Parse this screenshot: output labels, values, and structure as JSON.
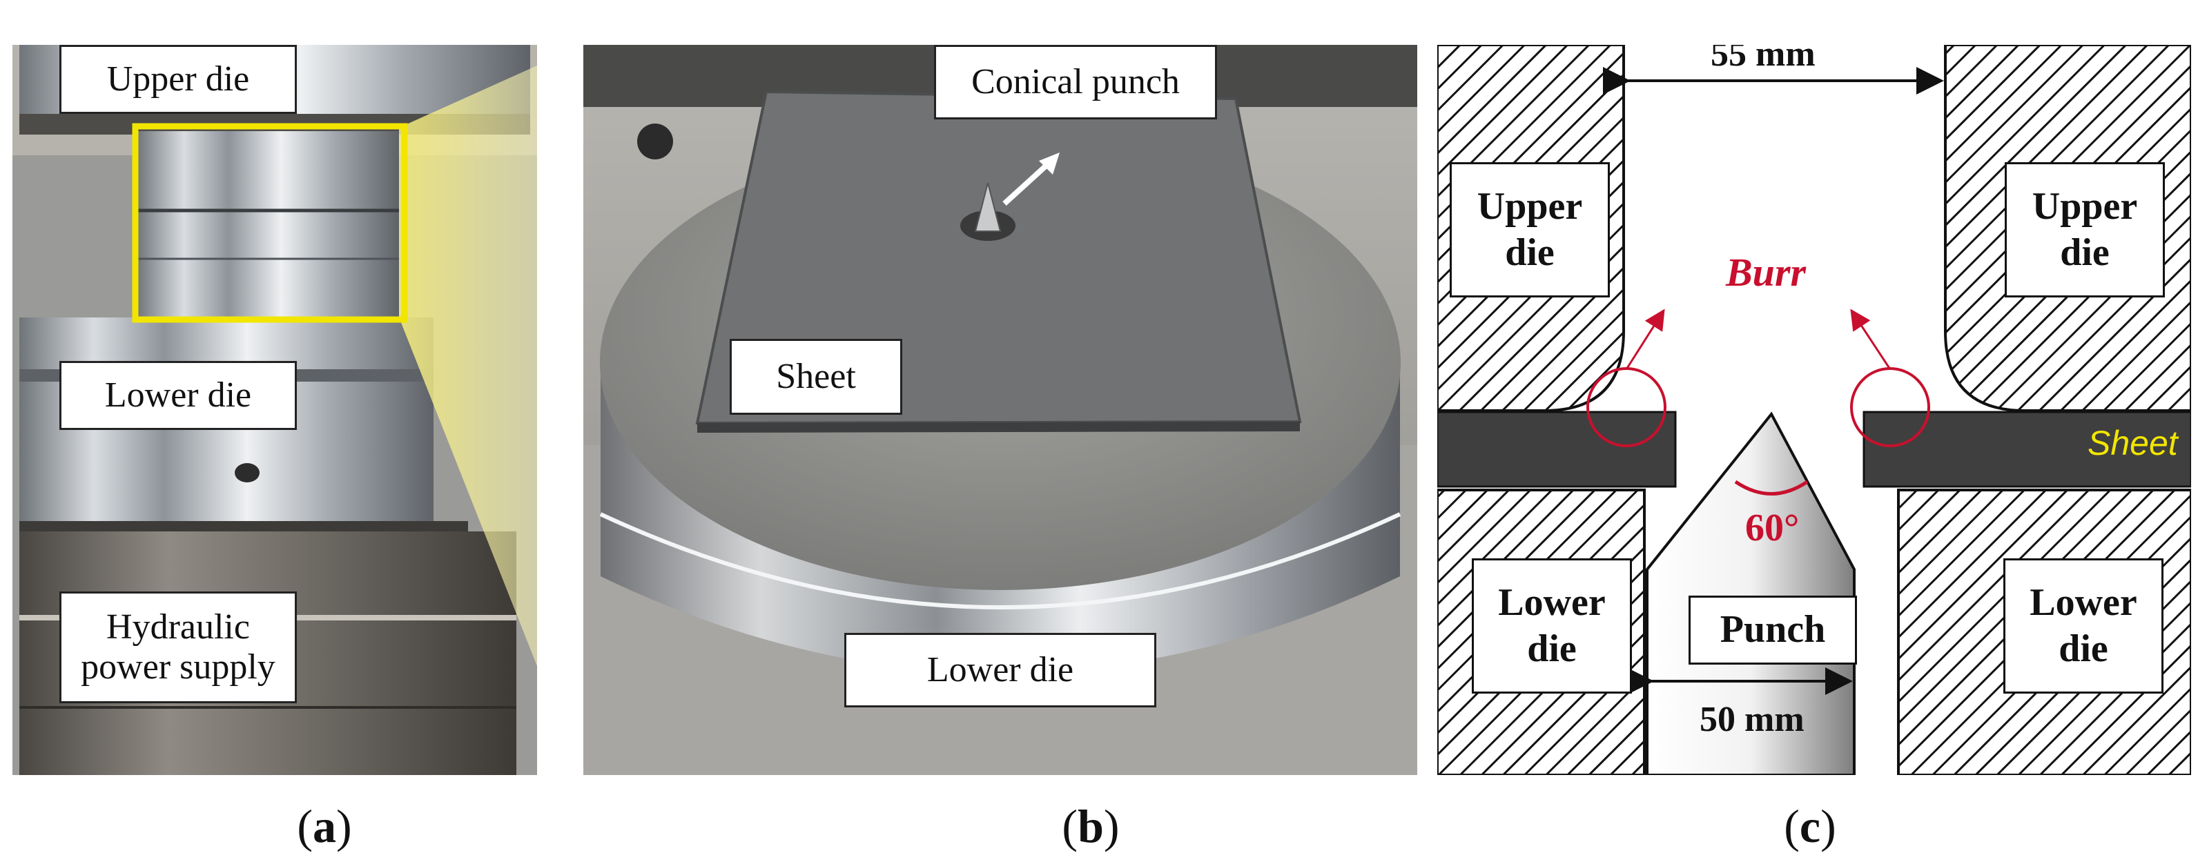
{
  "panels": {
    "a": {
      "caption_letter": "a",
      "labels": {
        "upper_die": "Upper die",
        "lower_die": "Lower die",
        "hydraulic_line1": "Hydraulic",
        "hydraulic_line2": "power supply"
      }
    },
    "b": {
      "caption_letter": "b",
      "labels": {
        "conical_punch": "Conical punch",
        "sheet": "Sheet",
        "lower_die": "Lower die"
      }
    },
    "c": {
      "caption_letter": "c",
      "labels": {
        "top_gap": "55 mm",
        "upper_die_left_1": "Upper",
        "upper_die_left_2": "die",
        "upper_die_right_1": "Upper",
        "upper_die_right_2": "die",
        "burr": "Burr",
        "sheet": "Sheet",
        "angle": "60°",
        "lower_die_left_1": "Lower",
        "lower_die_left_2": "die",
        "lower_die_right_1": "Lower",
        "lower_die_right_2": "die",
        "punch": "Punch",
        "punch_width": "50 mm"
      }
    }
  },
  "colors": {
    "highlight_box": "#f2e600",
    "burr_text": "#c8102e",
    "sheet_fill": "#3f3f3f",
    "sheet_text": "#f2e600"
  }
}
